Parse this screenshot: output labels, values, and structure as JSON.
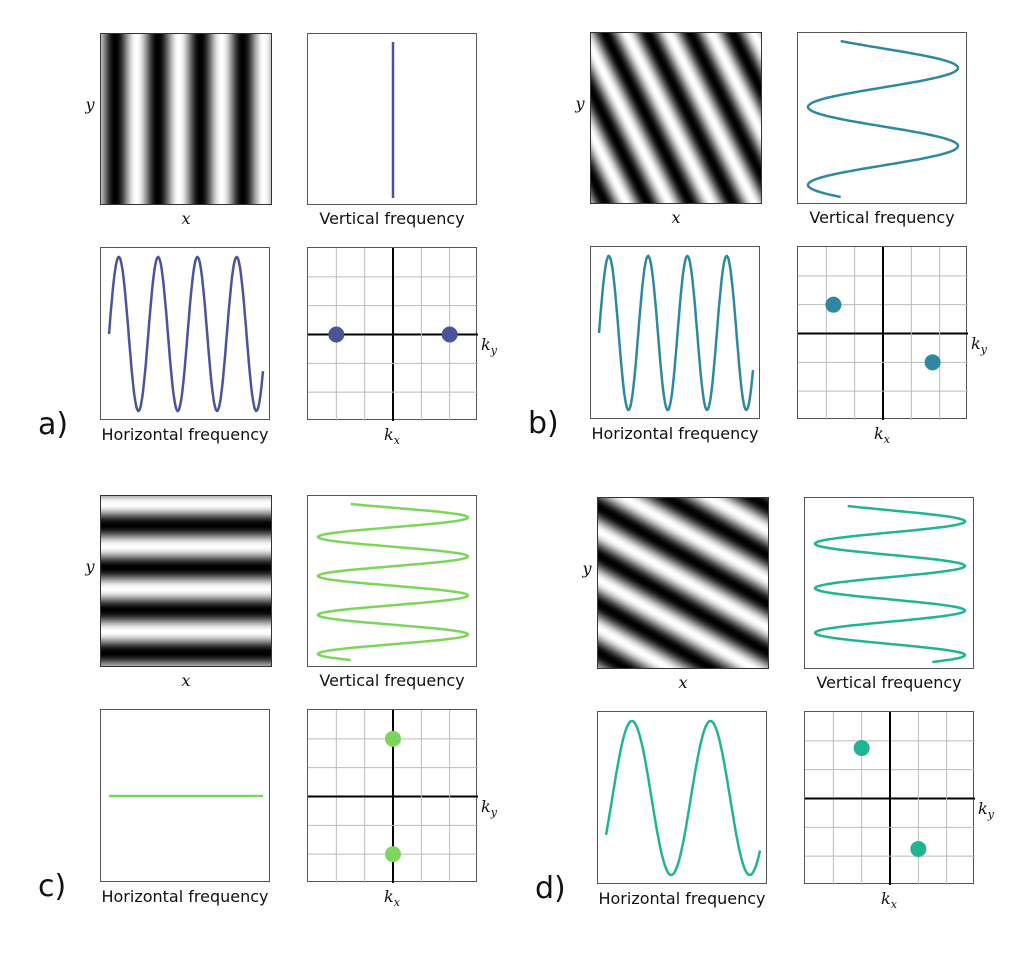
{
  "labels": {
    "x_axis": "x",
    "y_axis": "y",
    "vertical_frequency": "Vertical frequency",
    "horizontal_frequency": "Horizontal frequency",
    "kx": "k",
    "kx_sub": "x",
    "ky": "k",
    "ky_sub": "y"
  },
  "panels": [
    {
      "letter": "a)",
      "color": "#4a5599",
      "h_cycles": 4,
      "v_cycles": 0,
      "dots": [
        [
          -2,
          0
        ],
        [
          2,
          0
        ]
      ]
    },
    {
      "letter": "b)",
      "color": "#2e88a0",
      "h_cycles": 4,
      "v_cycles": 2,
      "dots": [
        [
          -1.75,
          1
        ],
        [
          1.75,
          -1
        ]
      ]
    },
    {
      "letter": "c)",
      "color": "#7ed55c",
      "h_cycles": 0,
      "v_cycles": 4,
      "dots": [
        [
          0,
          2
        ],
        [
          0,
          -2
        ]
      ]
    },
    {
      "letter": "d)",
      "color": "#20b493",
      "h_cycles": 2,
      "v_cycles": 3.5,
      "dots": [
        [
          -1,
          1.75
        ],
        [
          1,
          -1.75
        ]
      ]
    }
  ]
}
